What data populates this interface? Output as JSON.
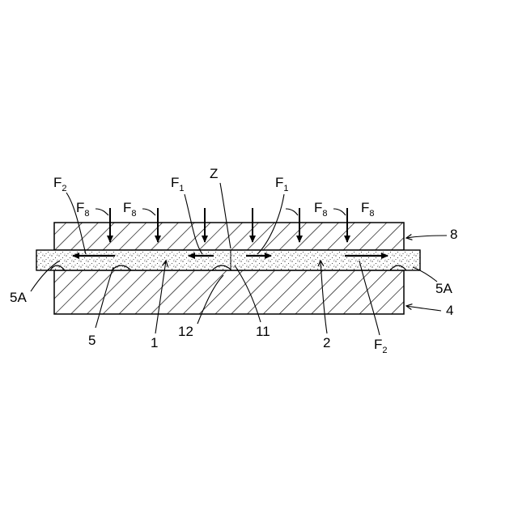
{
  "labels": {
    "F2_left": {
      "main": "F",
      "sub": "2"
    },
    "F8_a": {
      "main": "F",
      "sub": "8"
    },
    "F8_b": {
      "main": "F",
      "sub": "8"
    },
    "F1_left": {
      "main": "F",
      "sub": "1"
    },
    "Z": "Z",
    "F1_right": {
      "main": "F",
      "sub": "1"
    },
    "F8_c": {
      "main": "F",
      "sub": "8"
    },
    "F8_d": {
      "main": "F",
      "sub": "8"
    },
    "ref_8": "8",
    "ref_5A_left": "5A",
    "ref_5A_right": "5A",
    "ref_4": "4",
    "ref_5": "5",
    "ref_1": "1",
    "ref_12": "12",
    "ref_11": "11",
    "ref_2": "2",
    "F2_bottom": {
      "main": "F",
      "sub": "2"
    }
  }
}
